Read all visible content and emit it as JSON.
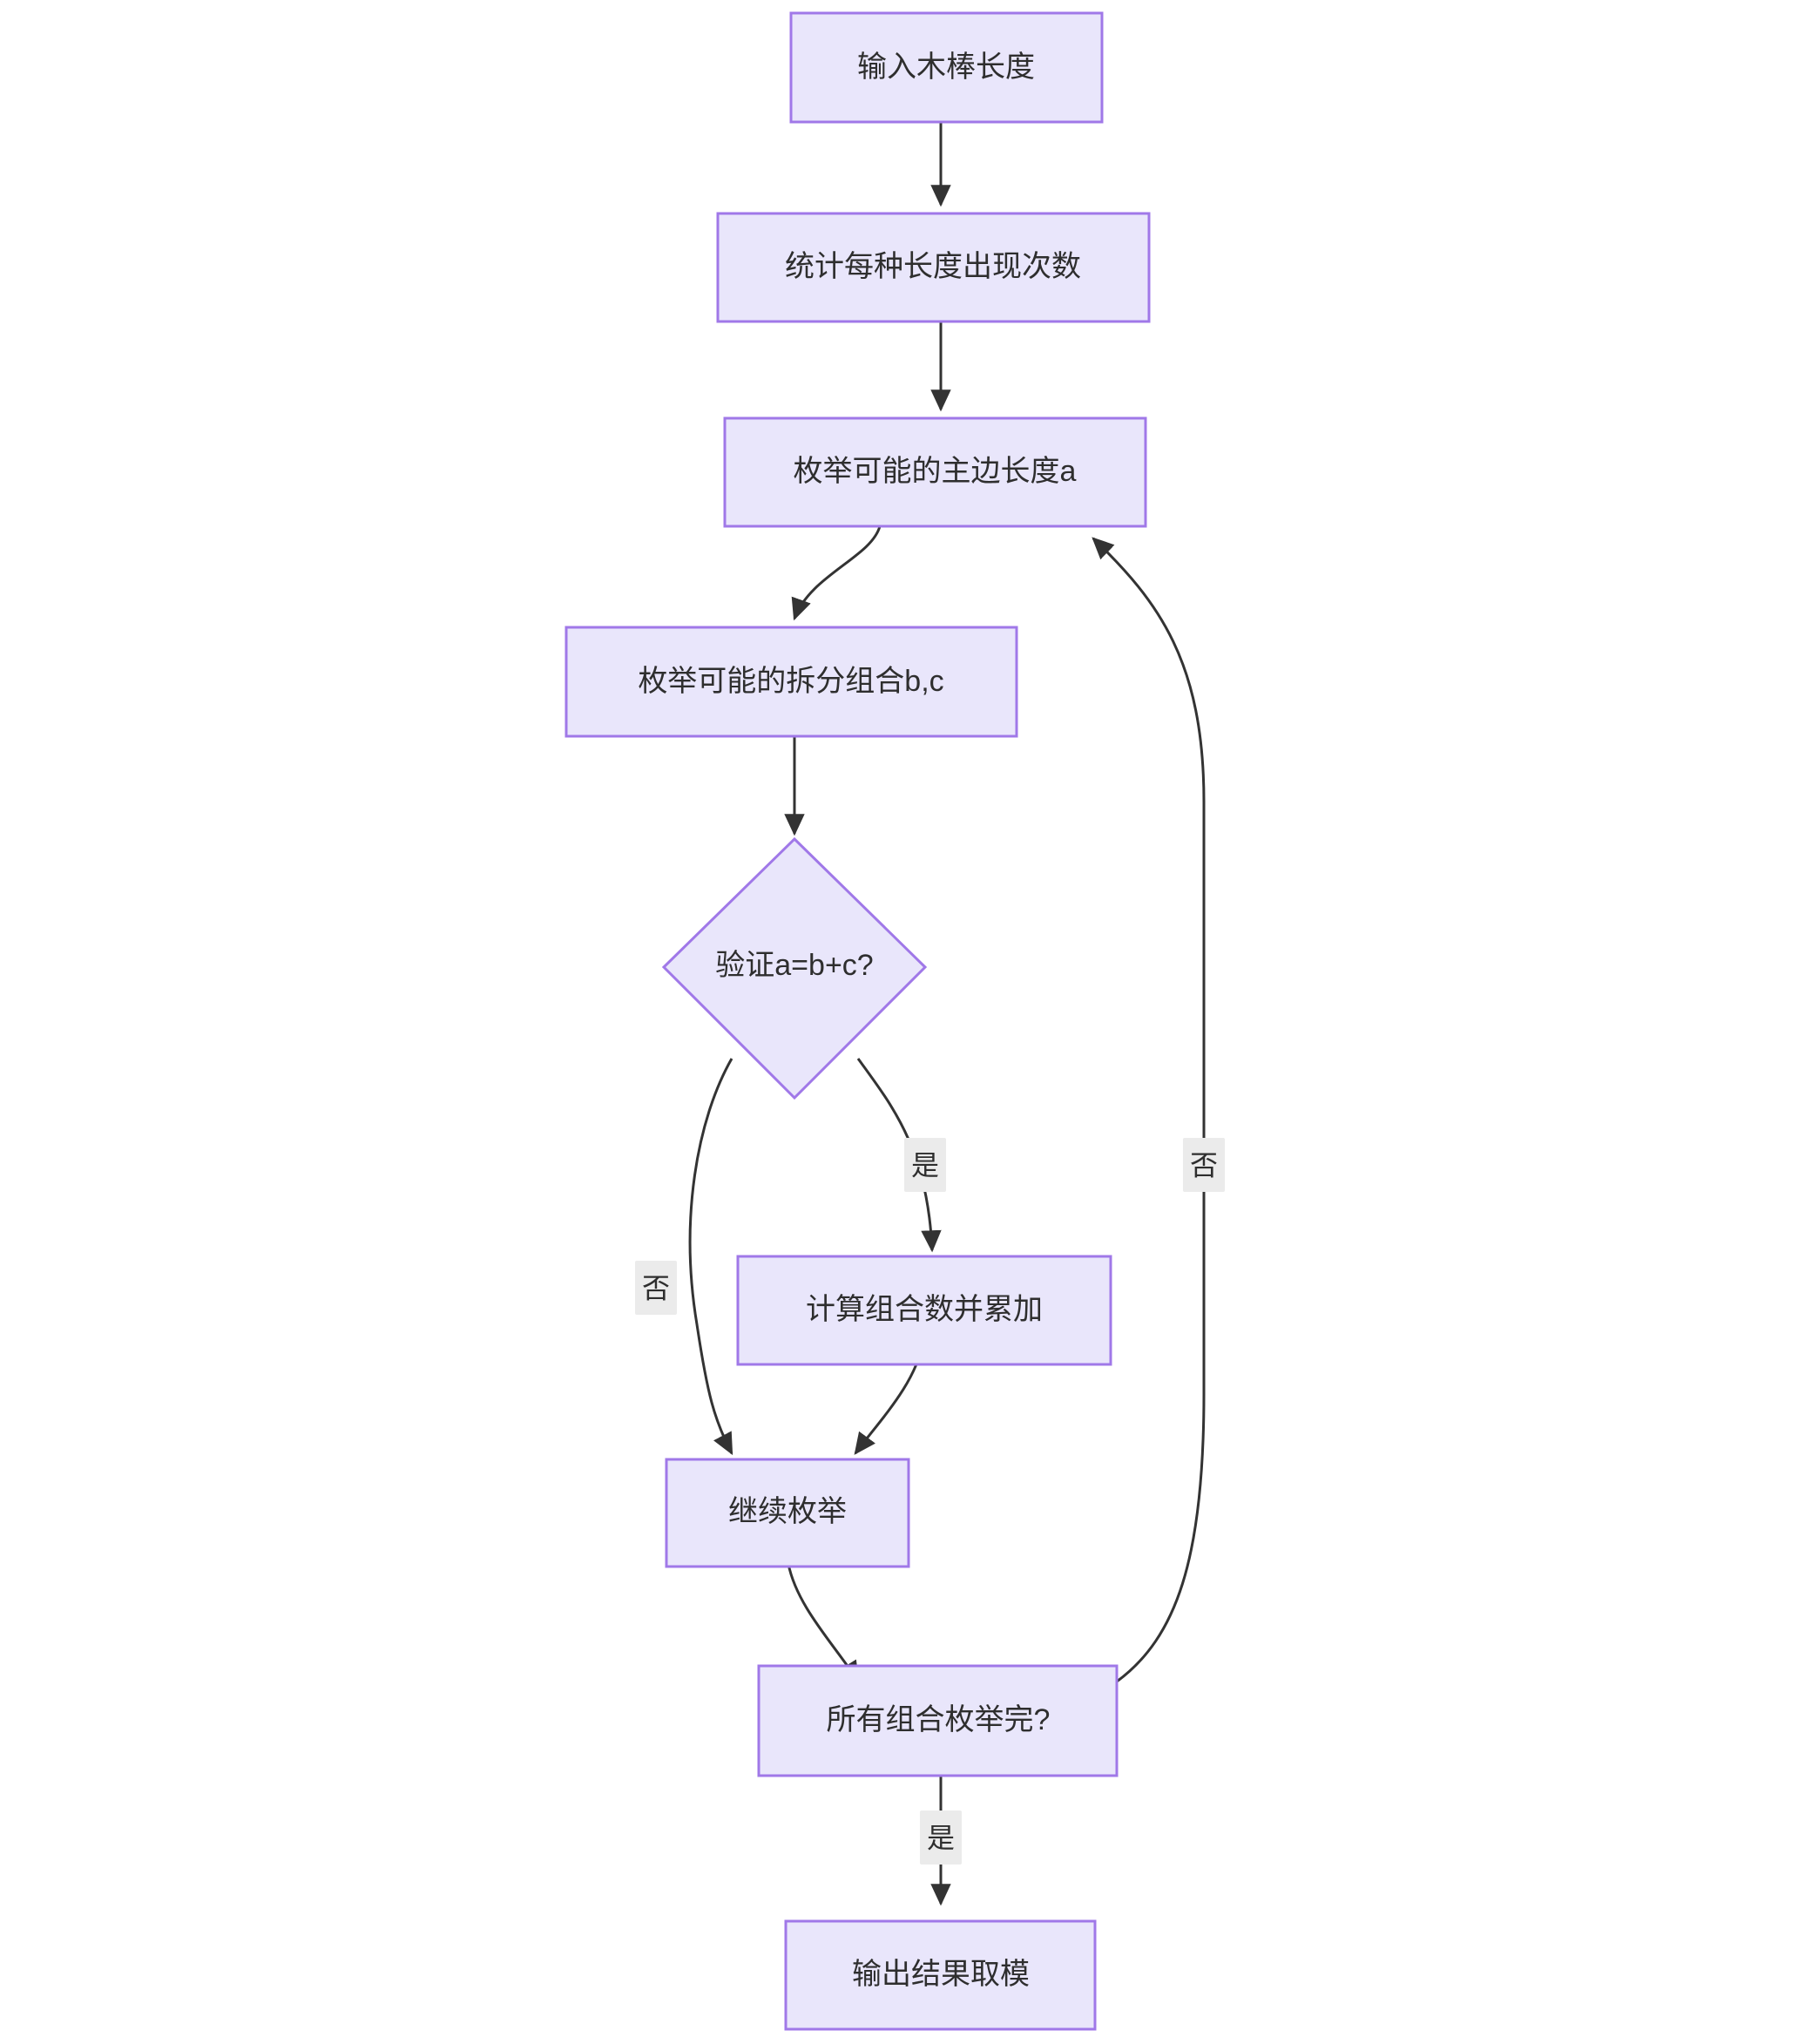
{
  "diagram": {
    "type": "flowchart",
    "direction": "top-to-bottom",
    "title_visible": false,
    "colors": {
      "node_fill": "#e9e6fb",
      "node_border": "#a078e8",
      "node_text": "#2e2e2e",
      "edge_stroke": "#333333",
      "edge_label_bg": "#ebebeb",
      "canvas_bg": "#ffffff"
    },
    "nodes": [
      {
        "id": "n1",
        "shape": "rect",
        "label": "输入木棒长度"
      },
      {
        "id": "n2",
        "shape": "rect",
        "label": "统计每种长度出现次数"
      },
      {
        "id": "n3",
        "shape": "rect",
        "label": "枚举可能的主边长度a"
      },
      {
        "id": "n4",
        "shape": "rect",
        "label": "枚举可能的拆分组合b,c"
      },
      {
        "id": "n5",
        "shape": "diamond",
        "label": "验证a=b+c?"
      },
      {
        "id": "n6",
        "shape": "rect",
        "label": "计算组合数并累加"
      },
      {
        "id": "n7",
        "shape": "rect",
        "label": "继续枚举"
      },
      {
        "id": "n8",
        "shape": "rect",
        "label": "所有组合枚举完?"
      },
      {
        "id": "n9",
        "shape": "rect",
        "label": "输出结果取模"
      }
    ],
    "edges": [
      {
        "from": "n1",
        "to": "n2",
        "label": ""
      },
      {
        "from": "n2",
        "to": "n3",
        "label": ""
      },
      {
        "from": "n3",
        "to": "n4",
        "label": ""
      },
      {
        "from": "n4",
        "to": "n5",
        "label": ""
      },
      {
        "from": "n5",
        "to": "n6",
        "label": "是"
      },
      {
        "from": "n5",
        "to": "n7",
        "label": "否"
      },
      {
        "from": "n6",
        "to": "n7",
        "label": ""
      },
      {
        "from": "n7",
        "to": "n8",
        "label": ""
      },
      {
        "from": "n8",
        "to": "n3",
        "label": "否"
      },
      {
        "from": "n8",
        "to": "n9",
        "label": "是"
      }
    ],
    "edge_labels": {
      "yes_to_calc": "是",
      "no_to_continue": "否",
      "no_loop_back": "否",
      "yes_to_output": "是"
    }
  }
}
